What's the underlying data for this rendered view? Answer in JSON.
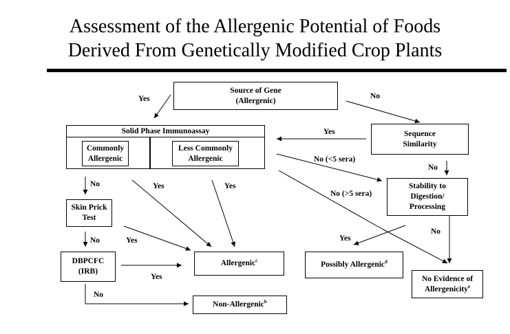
{
  "title": {
    "line1": "Assessment of the Allergenic Potential of Foods",
    "line2": "Derived From Genetically Modified Crop Plants"
  },
  "nodes": {
    "source_of_gene": {
      "line1": "Source of Gene",
      "line2": "(Allergenic)"
    },
    "solid_phase": {
      "label": "Solid Phase Immunoassay"
    },
    "commonly_allergenic": {
      "line1": "Commonly",
      "line2": "Allergenic"
    },
    "less_commonly_allergenic": {
      "line1": "Less Commonly",
      "line2": "Allergenic"
    },
    "sequence_similarity": {
      "line1": "Sequence",
      "line2": "Similarity"
    },
    "stability": {
      "line1": "Stability to",
      "line2": "Digestion/",
      "line3": "Processing"
    },
    "skin_prick": {
      "line1": "Skin Prick",
      "line2": "Test"
    },
    "dbpcfc": {
      "line1": "DBPCFC",
      "line2": "(IRB)"
    },
    "allergenic": {
      "label": "Allergenic",
      "sup": "c"
    },
    "possibly_allergenic": {
      "label": "Possibly Allergenic",
      "sup": "d"
    },
    "no_evidence": {
      "line1": "No Evidence of",
      "line2": "Allergenicity",
      "sup": "e"
    },
    "non_allergenic": {
      "label": "Non-Allergenic",
      "sup": "b"
    }
  },
  "edge_labels": {
    "source_yes": "Yes",
    "source_no": "No",
    "similarity_yes": "Yes",
    "similarity_no": "No",
    "lt5_sera": "No  (<5 sera)",
    "gt5_sera": "No (>5 sera)",
    "common_no": "No",
    "common_yes": "Yes",
    "less_common_yes": "Yes",
    "skin_no": "No",
    "skin_yes": "Yes",
    "dbpcfc_yes": "Yes",
    "dbpcfc_no": "No",
    "stability_yes": "Yes",
    "stability_no": "No"
  }
}
